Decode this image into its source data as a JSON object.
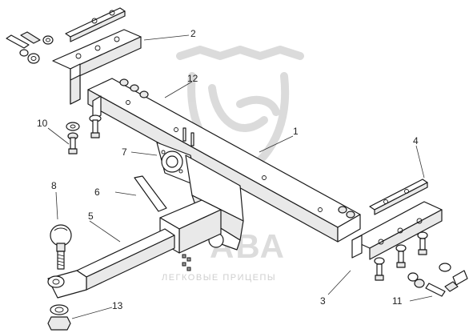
{
  "watermark": {
    "brand": "АВА",
    "tagline": "ЛЕГКОВЫЕ ПРИЦЕПЫ"
  },
  "callouts": [
    {
      "id": "1",
      "label": "1"
    },
    {
      "id": "2",
      "label": "2"
    },
    {
      "id": "3",
      "label": "3"
    },
    {
      "id": "4",
      "label": "4"
    },
    {
      "id": "5",
      "label": "5"
    },
    {
      "id": "6",
      "label": "6"
    },
    {
      "id": "7",
      "label": "7"
    },
    {
      "id": "8",
      "label": "8"
    },
    {
      "id": "10",
      "label": "10"
    },
    {
      "id": "11",
      "label": "11"
    },
    {
      "id": "12",
      "label": "12"
    },
    {
      "id": "13",
      "label": "13"
    }
  ]
}
